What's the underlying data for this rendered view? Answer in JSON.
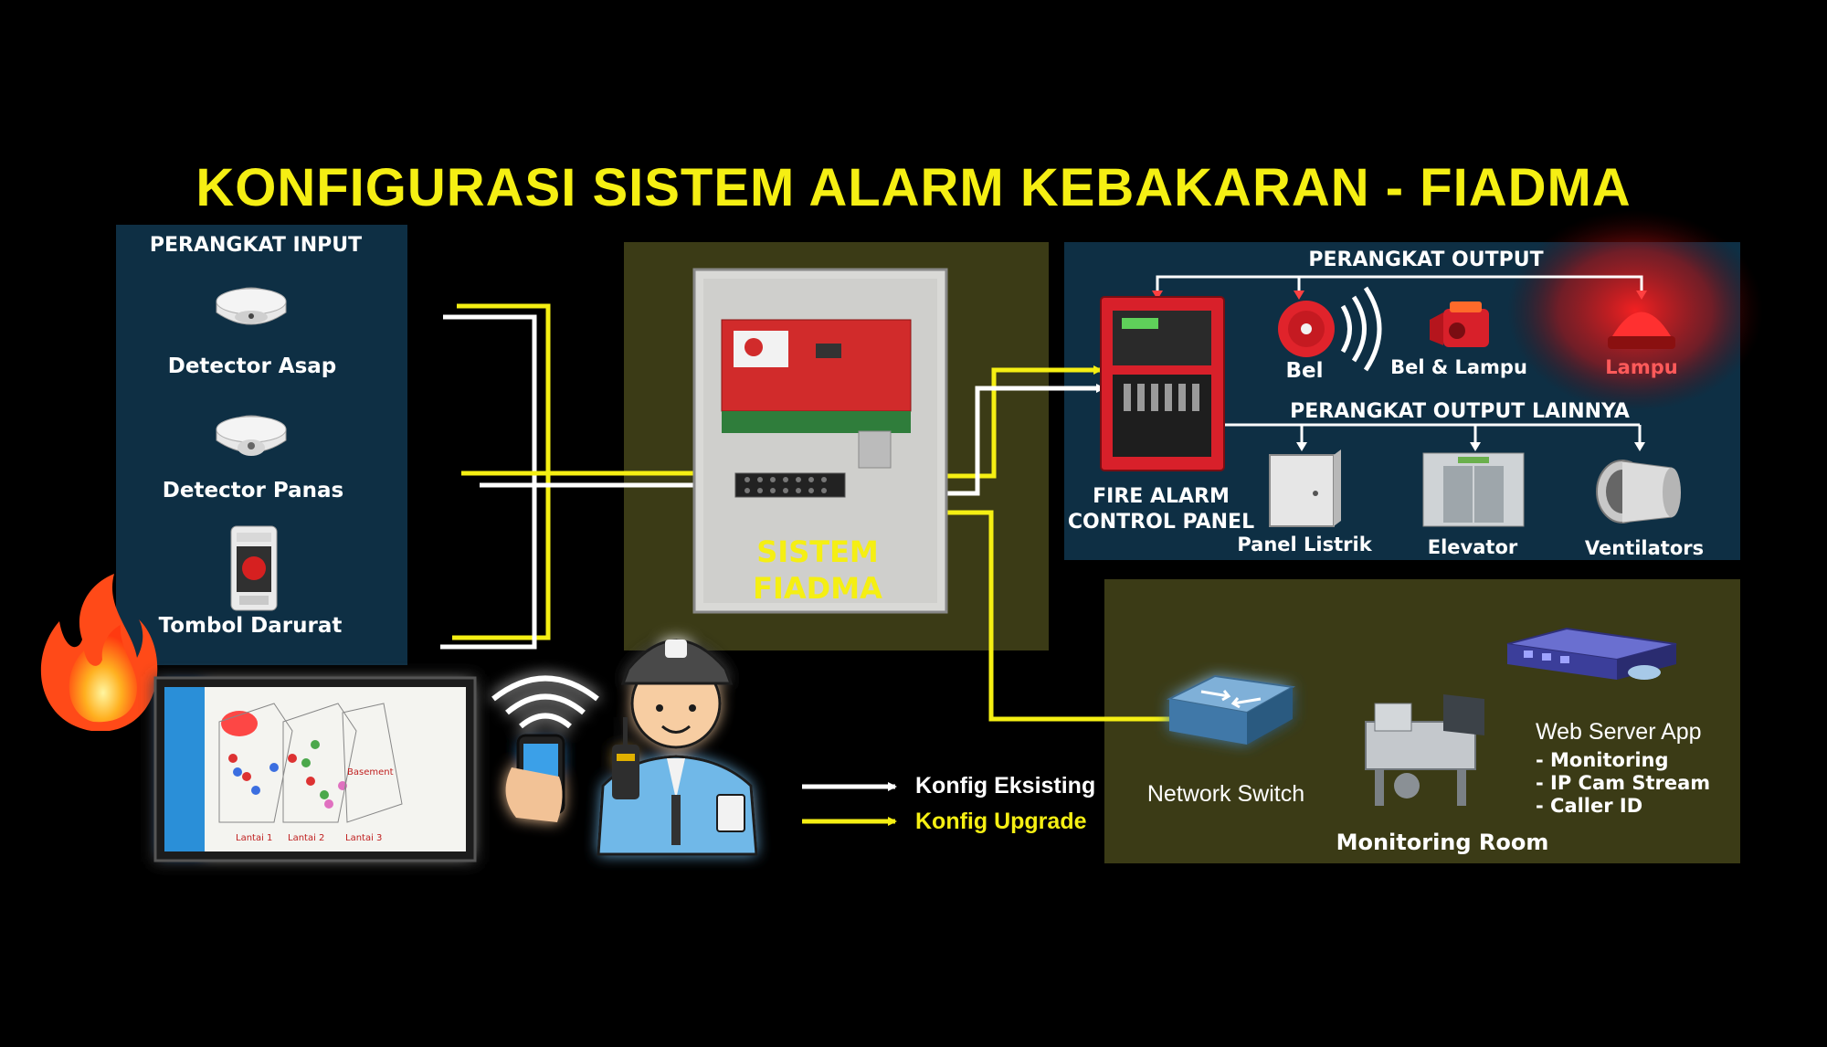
{
  "title": "KONFIGURASI SISTEM ALARM KEBAKARAN - FIADMA",
  "input_panel": {
    "header": "PERANGKAT INPUT",
    "items": [
      "Detector Asap",
      "Detector Panas",
      "Tombol Darurat"
    ]
  },
  "center": {
    "label_line1": "SISTEM",
    "label_line2": "FIADMA"
  },
  "output_panel": {
    "header": "PERANGKAT OUTPUT",
    "fire_alarm_line1": "FIRE ALARM",
    "fire_alarm_line2": "CONTROL PANEL",
    "bel": "Bel",
    "bel_lampu": "Bel & Lampu",
    "lampu": "Lampu",
    "other_header": "PERANGKAT OUTPUT LAINNYA",
    "panel_listrik": "Panel Listrik",
    "elevator": "Elevator",
    "ventilators": "Ventilators"
  },
  "network_panel": {
    "network_switch": "Network Switch",
    "monitoring_room": "Monitoring Room",
    "web_server_title": "Web Server App",
    "web_server_items": [
      "- Monitoring",
      "- IP Cam Stream",
      "- Caller ID"
    ]
  },
  "screen": {
    "floor_labels": [
      "Lantai 1",
      "Lantai 2",
      "Lantai 3"
    ],
    "basement": "Basement"
  },
  "legend": {
    "existing": "Konfig Eksisting",
    "upgrade": "Konfig Upgrade"
  },
  "colors": {
    "accent_yellow": "#f5ef13",
    "panel_blue": "#0e2f44",
    "panel_olive": "#3b3b16",
    "alarm_red": "#d8202a"
  },
  "icons": [
    "smoke-detector-icon",
    "heat-detector-icon",
    "emergency-button-icon",
    "fiadma-device-icon",
    "fire-alarm-panel-icon",
    "bell-icon",
    "bell-lamp-icon",
    "lamp-icon",
    "electrical-panel-icon",
    "elevator-icon",
    "ventilator-icon",
    "network-switch-icon",
    "monitoring-room-icon",
    "server-icon",
    "fire-icon",
    "monitor-screen-icon",
    "smartphone-icon",
    "security-guard-icon"
  ]
}
